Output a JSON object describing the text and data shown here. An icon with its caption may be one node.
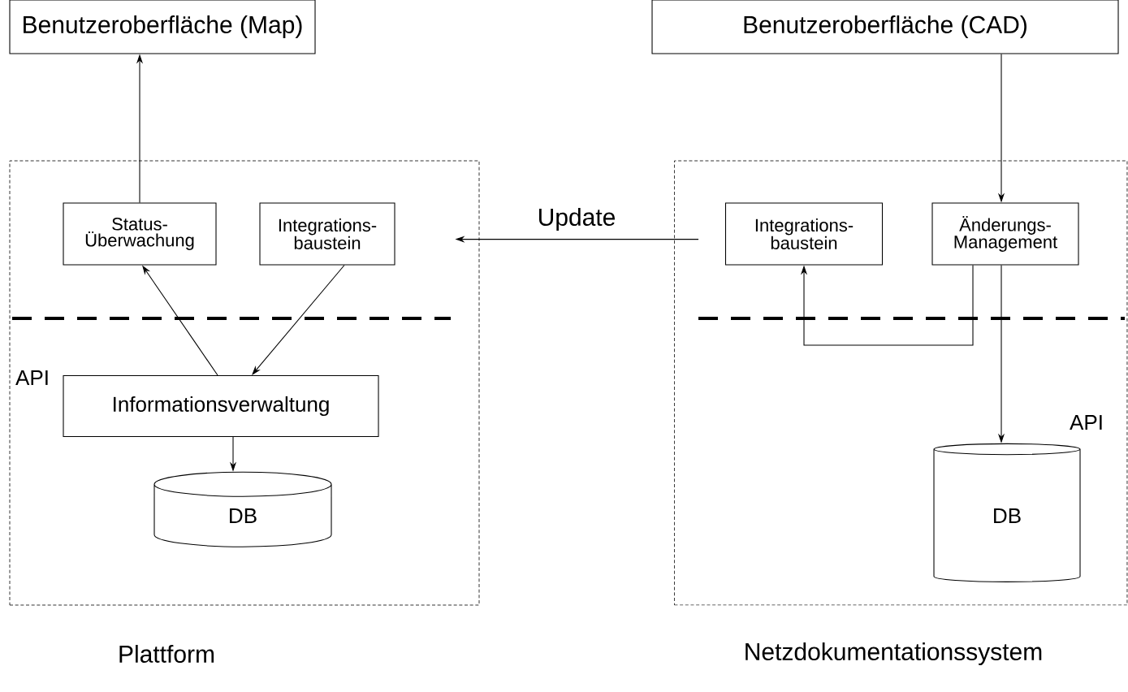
{
  "diagram": {
    "nodes": [
      {
        "text": [
          "Benutzeroberfläche (Map)"
        ]
      },
      {
        "text": [
          "Benutzeroberfläche (CAD)"
        ]
      },
      {
        "text": [],
        "shape": "box",
        "beside": [
          "Plattform"
        ]
      },
      {
        "text": [
          "Status- Überwachung"
        ],
        "in": 2
      },
      {
        "text": [
          "Integrations- baustein"
        ],
        "in": 2
      },
      {
        "text": [
          "Informationsverwaltung"
        ],
        "in": 2
      },
      {
        "text": [
          "DB"
        ],
        "in": 2
      },
      {
        "text": [],
        "shape": "box",
        "beside": [
          "Netzdokumentationssystem"
        ]
      },
      {
        "text": [
          "Integrations- baustein"
        ],
        "in": 7
      },
      {
        "text": [
          "Änderungs- Management"
        ],
        "in": 7
      },
      {
        "text": [
          "DB"
        ],
        "in": 7
      }
    ],
    "edges": [
      {
        "from": 3,
        "to": 0,
        "arrow": "to"
      },
      {
        "from": 5,
        "to": 3,
        "arrow": "to"
      },
      {
        "from": 4,
        "to": 5,
        "arrow": "to"
      },
      {
        "from": 5,
        "to": 6,
        "arrow": "to"
      },
      {
        "from": 1,
        "to": 9,
        "arrow": "to"
      },
      {
        "from": 9,
        "to": 8,
        "arrow": "to"
      },
      {
        "from": 9,
        "to": 10,
        "arrow": "to"
      },
      {
        "from": 7,
        "to": 2,
        "arrow": "to",
        "label": "Update"
      }
    ],
    "labels": [
      "API",
      "API"
    ]
  }
}
